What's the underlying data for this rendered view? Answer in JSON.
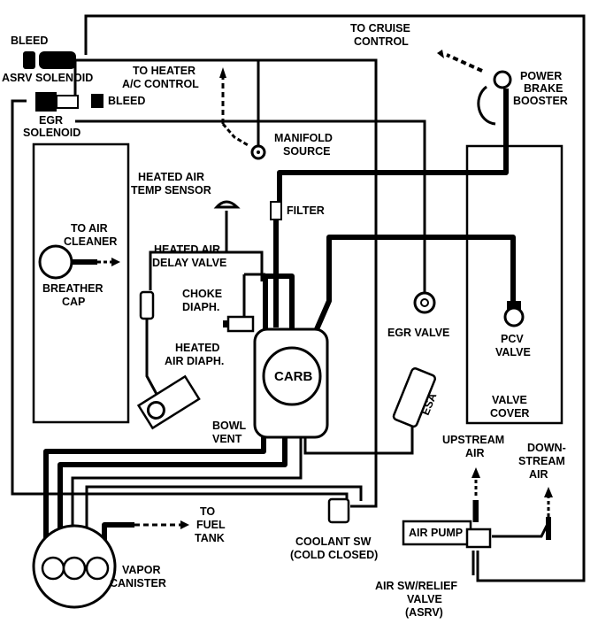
{
  "labels": {
    "bleed_top": "BLEED",
    "asrv_solenoid": "ASRV SOLENOID",
    "bleed_egr": "BLEED",
    "egr_solenoid_1": "EGR",
    "egr_solenoid_2": "SOLENOID",
    "to_heater_1": "TO HEATER",
    "to_heater_2": "A/C CONTROL",
    "manifold_1": "MANIFOLD",
    "manifold_2": "SOURCE",
    "to_cruise_1": "TO CRUISE",
    "to_cruise_2": "CONTROL",
    "power_brake_1": "POWER",
    "power_brake_2": "BRAKE",
    "power_brake_3": "BOOSTER",
    "heated_air_sensor_1": "HEATED AIR",
    "heated_air_sensor_2": "TEMP SENSOR",
    "filter": "FILTER",
    "to_air_cleaner_1": "TO AIR",
    "to_air_cleaner_2": "CLEANER",
    "delay_valve_1": "HEATED AIR",
    "delay_valve_2": "DELAY VALVE",
    "breather_1": "BREATHER",
    "breather_2": "CAP",
    "choke_1": "CHOKE",
    "choke_2": "DIAPH.",
    "egr_valve": "EGR VALVE",
    "pcv_1": "PCV",
    "pcv_2": "VALVE",
    "heated_diaph_1": "HEATED",
    "heated_diaph_2": "AIR DIAPH.",
    "carb": "CARB",
    "esa": "ESA",
    "valve_cover_1": "VALVE",
    "valve_cover_2": "COVER",
    "bowl_vent_1": "BOWL",
    "bowl_vent_2": "VENT",
    "upstream_1": "UPSTREAM",
    "upstream_2": "AIR",
    "downstream_1": "DOWN-",
    "downstream_2": "STREAM",
    "downstream_3": "AIR",
    "air_pump": "AIR PUMP",
    "to_fuel_1": "TO",
    "to_fuel_2": "FUEL",
    "to_fuel_3": "TANK",
    "coolant_1": "COOLANT SW",
    "coolant_2": "(COLD CLOSED)",
    "vapor_1": "VAPOR",
    "vapor_2": "CANISTER",
    "asrv_1": "AIR SW/RELIEF",
    "asrv_2": "VALVE",
    "asrv_3": "(ASRV)"
  }
}
